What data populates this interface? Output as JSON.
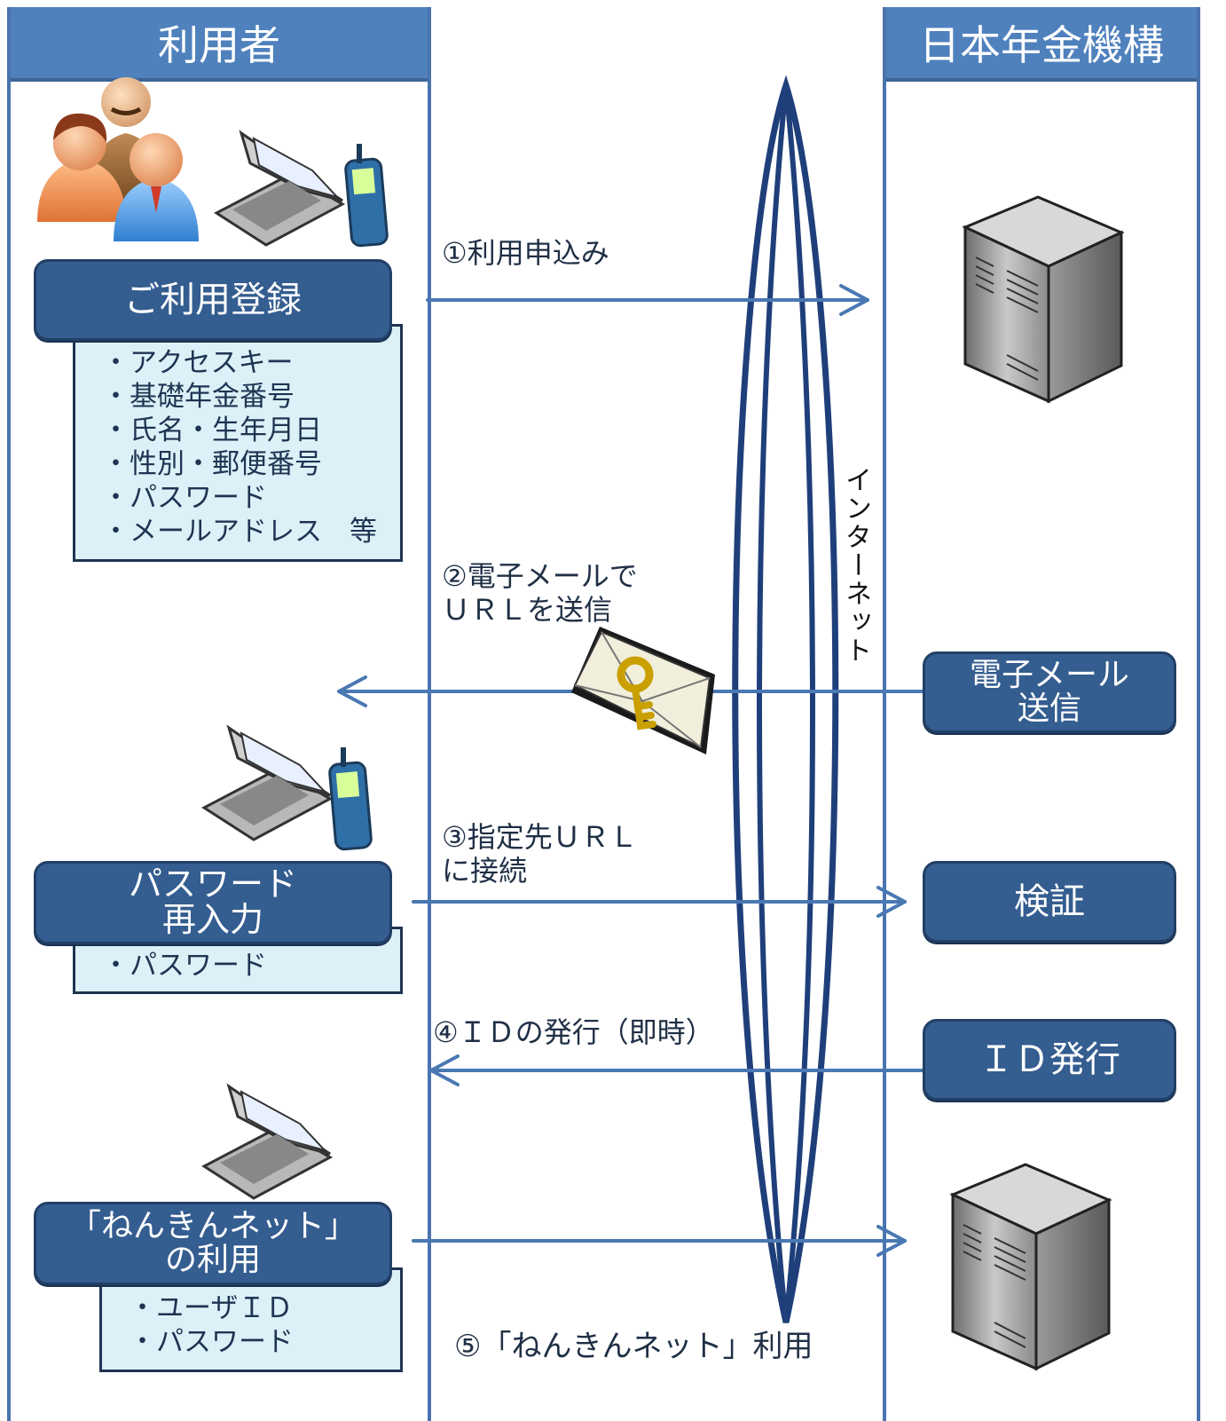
{
  "lanes": {
    "user": "利用者",
    "pension": "日本年金機構"
  },
  "network_label": "インターネット",
  "user_side": {
    "registration": {
      "title": "ご利用登録",
      "items": [
        "・アクセスキー",
        "・基礎年金番号",
        "・氏名・生年月日",
        "・性別・郵便番号",
        "・パスワード",
        "・メールアドレス　等"
      ]
    },
    "password_reentry": {
      "title_line1": "パスワード",
      "title_line2": "再入力",
      "items": [
        "・パスワード"
      ]
    },
    "nenkin_use": {
      "title_line1": "「ねんきんネット」",
      "title_line2": "の利用",
      "items": [
        "・ユーザＩＤ",
        "・パスワード"
      ]
    }
  },
  "pension_side": {
    "email_send": {
      "line1": "電子メール",
      "line2": "送信"
    },
    "verify": "検証",
    "id_issue": "ＩＤ発行"
  },
  "steps": {
    "s1": "①利用申込み",
    "s2_line1": "②電子メールで",
    "s2_line2": "ＵＲＬを送信",
    "s3_line1": "③指定先ＵＲＬ",
    "s3_line2": "に接続",
    "s4": "④ＩＤの発行（即時）",
    "s5": "⑤「ねんきんネット」利用"
  },
  "icons": [
    "people-icon",
    "laptop-icon",
    "mobile-phone-icon",
    "server-icon",
    "key-envelope-icon"
  ],
  "colors": {
    "lane_header": "#4f81bd",
    "dark_box": "#345d90",
    "light_box": "#dcf1f7",
    "arrow": "#4a78b3",
    "network_ring": "#1f3f7a"
  }
}
